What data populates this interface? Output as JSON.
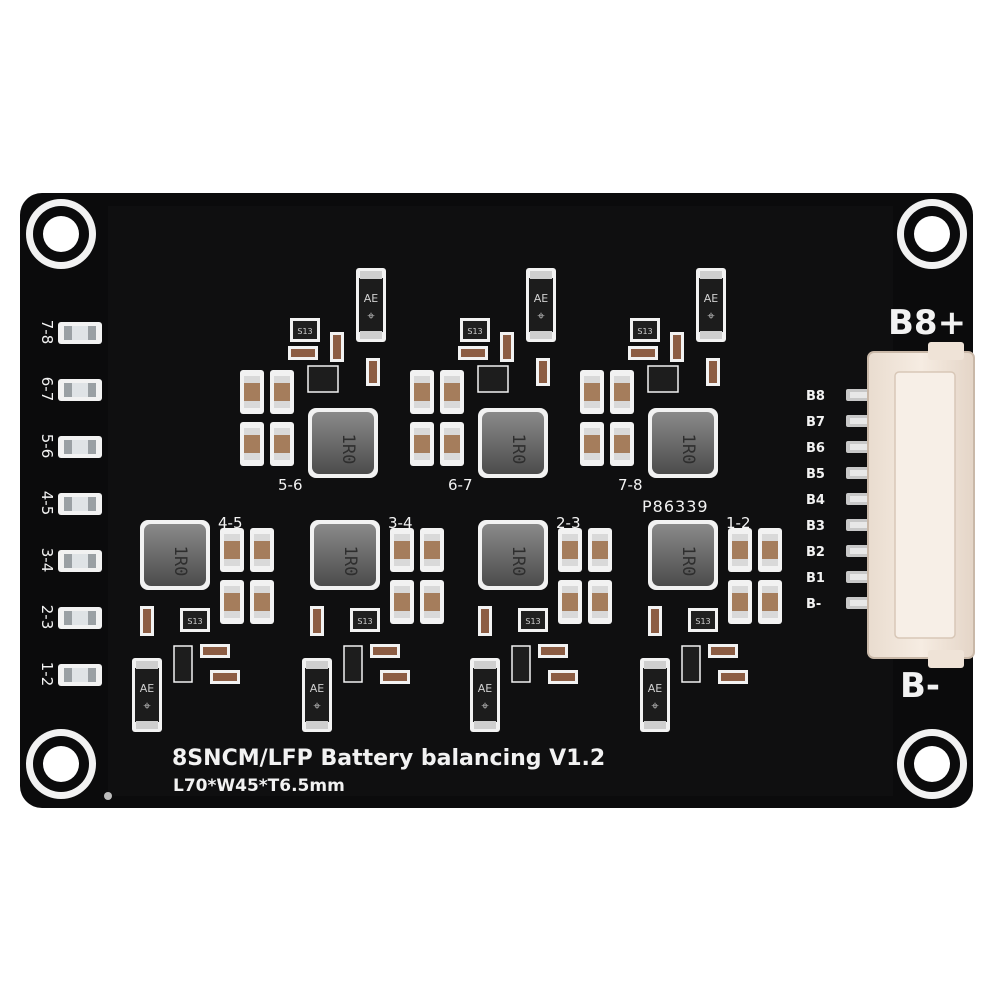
{
  "board": {
    "title": "8SNCM/LFP Battery balancing V1.2",
    "dimensions": "L70*W45*T6.5mm",
    "part_number": "P86339",
    "colors": {
      "pcb": "#0b0b0c",
      "silkscreen": "#f2f2f2",
      "connector": "#f1e6dc",
      "copper": "#c8c8c8"
    }
  },
  "terminals": {
    "positive": "B8+",
    "negative": "B-"
  },
  "connector_pins": [
    "B8",
    "B7",
    "B6",
    "B5",
    "B4",
    "B3",
    "B2",
    "B1",
    "B-"
  ],
  "led_labels": [
    "7-8",
    "6-7",
    "5-6",
    "4-5",
    "3-4",
    "2-3",
    "1-2"
  ],
  "balancer_cells": [
    {
      "label": "5-6",
      "inductor": "1R0",
      "diode": "AE",
      "ic": "S13"
    },
    {
      "label": "6-7",
      "inductor": "1R0",
      "diode": "AE",
      "ic": "S13"
    },
    {
      "label": "7-8",
      "inductor": "1R0",
      "diode": "AE",
      "ic": "S13"
    },
    {
      "label": "4-5",
      "inductor": "1R0",
      "diode": "AE",
      "ic": "S13"
    },
    {
      "label": "3-4",
      "inductor": "1R0",
      "diode": "AE",
      "ic": "S13"
    },
    {
      "label": "2-3",
      "inductor": "1R0",
      "diode": "AE",
      "ic": "S13"
    },
    {
      "label": "1-2",
      "inductor": "1R0",
      "diode": "AE",
      "ic": "S13"
    }
  ]
}
